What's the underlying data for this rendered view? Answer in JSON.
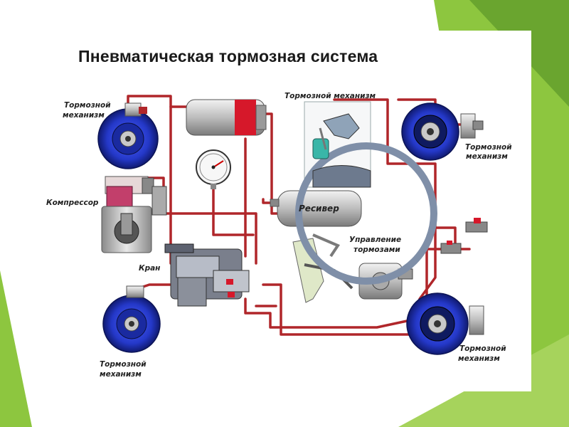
{
  "title": "Пневматическая тормозная система",
  "labels": {
    "brake_top_left": [
      "Тормозной",
      "механизм"
    ],
    "brake_top_center": "Тормозной механизм",
    "brake_top_right": [
      "Тормозной",
      "механизм"
    ],
    "brake_bottom_left": [
      "Тормозной",
      "механизм"
    ],
    "brake_bottom_right": [
      "Тормозной",
      "механизм"
    ],
    "compressor": "Компрессор",
    "crane": "Кран",
    "receiver": "Ресивер",
    "brake_control": [
      "Управление",
      "тормозами"
    ]
  },
  "colors": {
    "pipe": "#b0262a",
    "drum": "#2438c8",
    "bg_green": "#8dc63f",
    "bg_green_dark": "#6aa52f"
  }
}
